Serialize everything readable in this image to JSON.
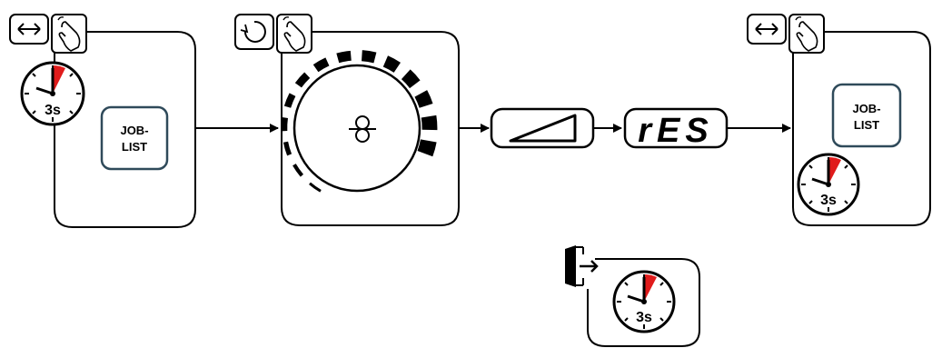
{
  "diagram": {
    "job_list_label_line1": "JOB-",
    "job_list_label_line2": "LIST",
    "timer_label": "3s",
    "display_text": "rES",
    "icons": {
      "toggle": "double-arrow-icon",
      "press": "hand-press-icon",
      "rotate": "rotary-knob-icon",
      "timer": "stopwatch-icon",
      "exit": "exit-door-icon",
      "ramp": "ramp-triangle-icon",
      "infinity": "loop-symbol-icon"
    },
    "colors": {
      "stroke": "#000000",
      "accent": "#e01b1b",
      "badge_border": "#2f4a5a",
      "background": "#ffffff"
    }
  }
}
